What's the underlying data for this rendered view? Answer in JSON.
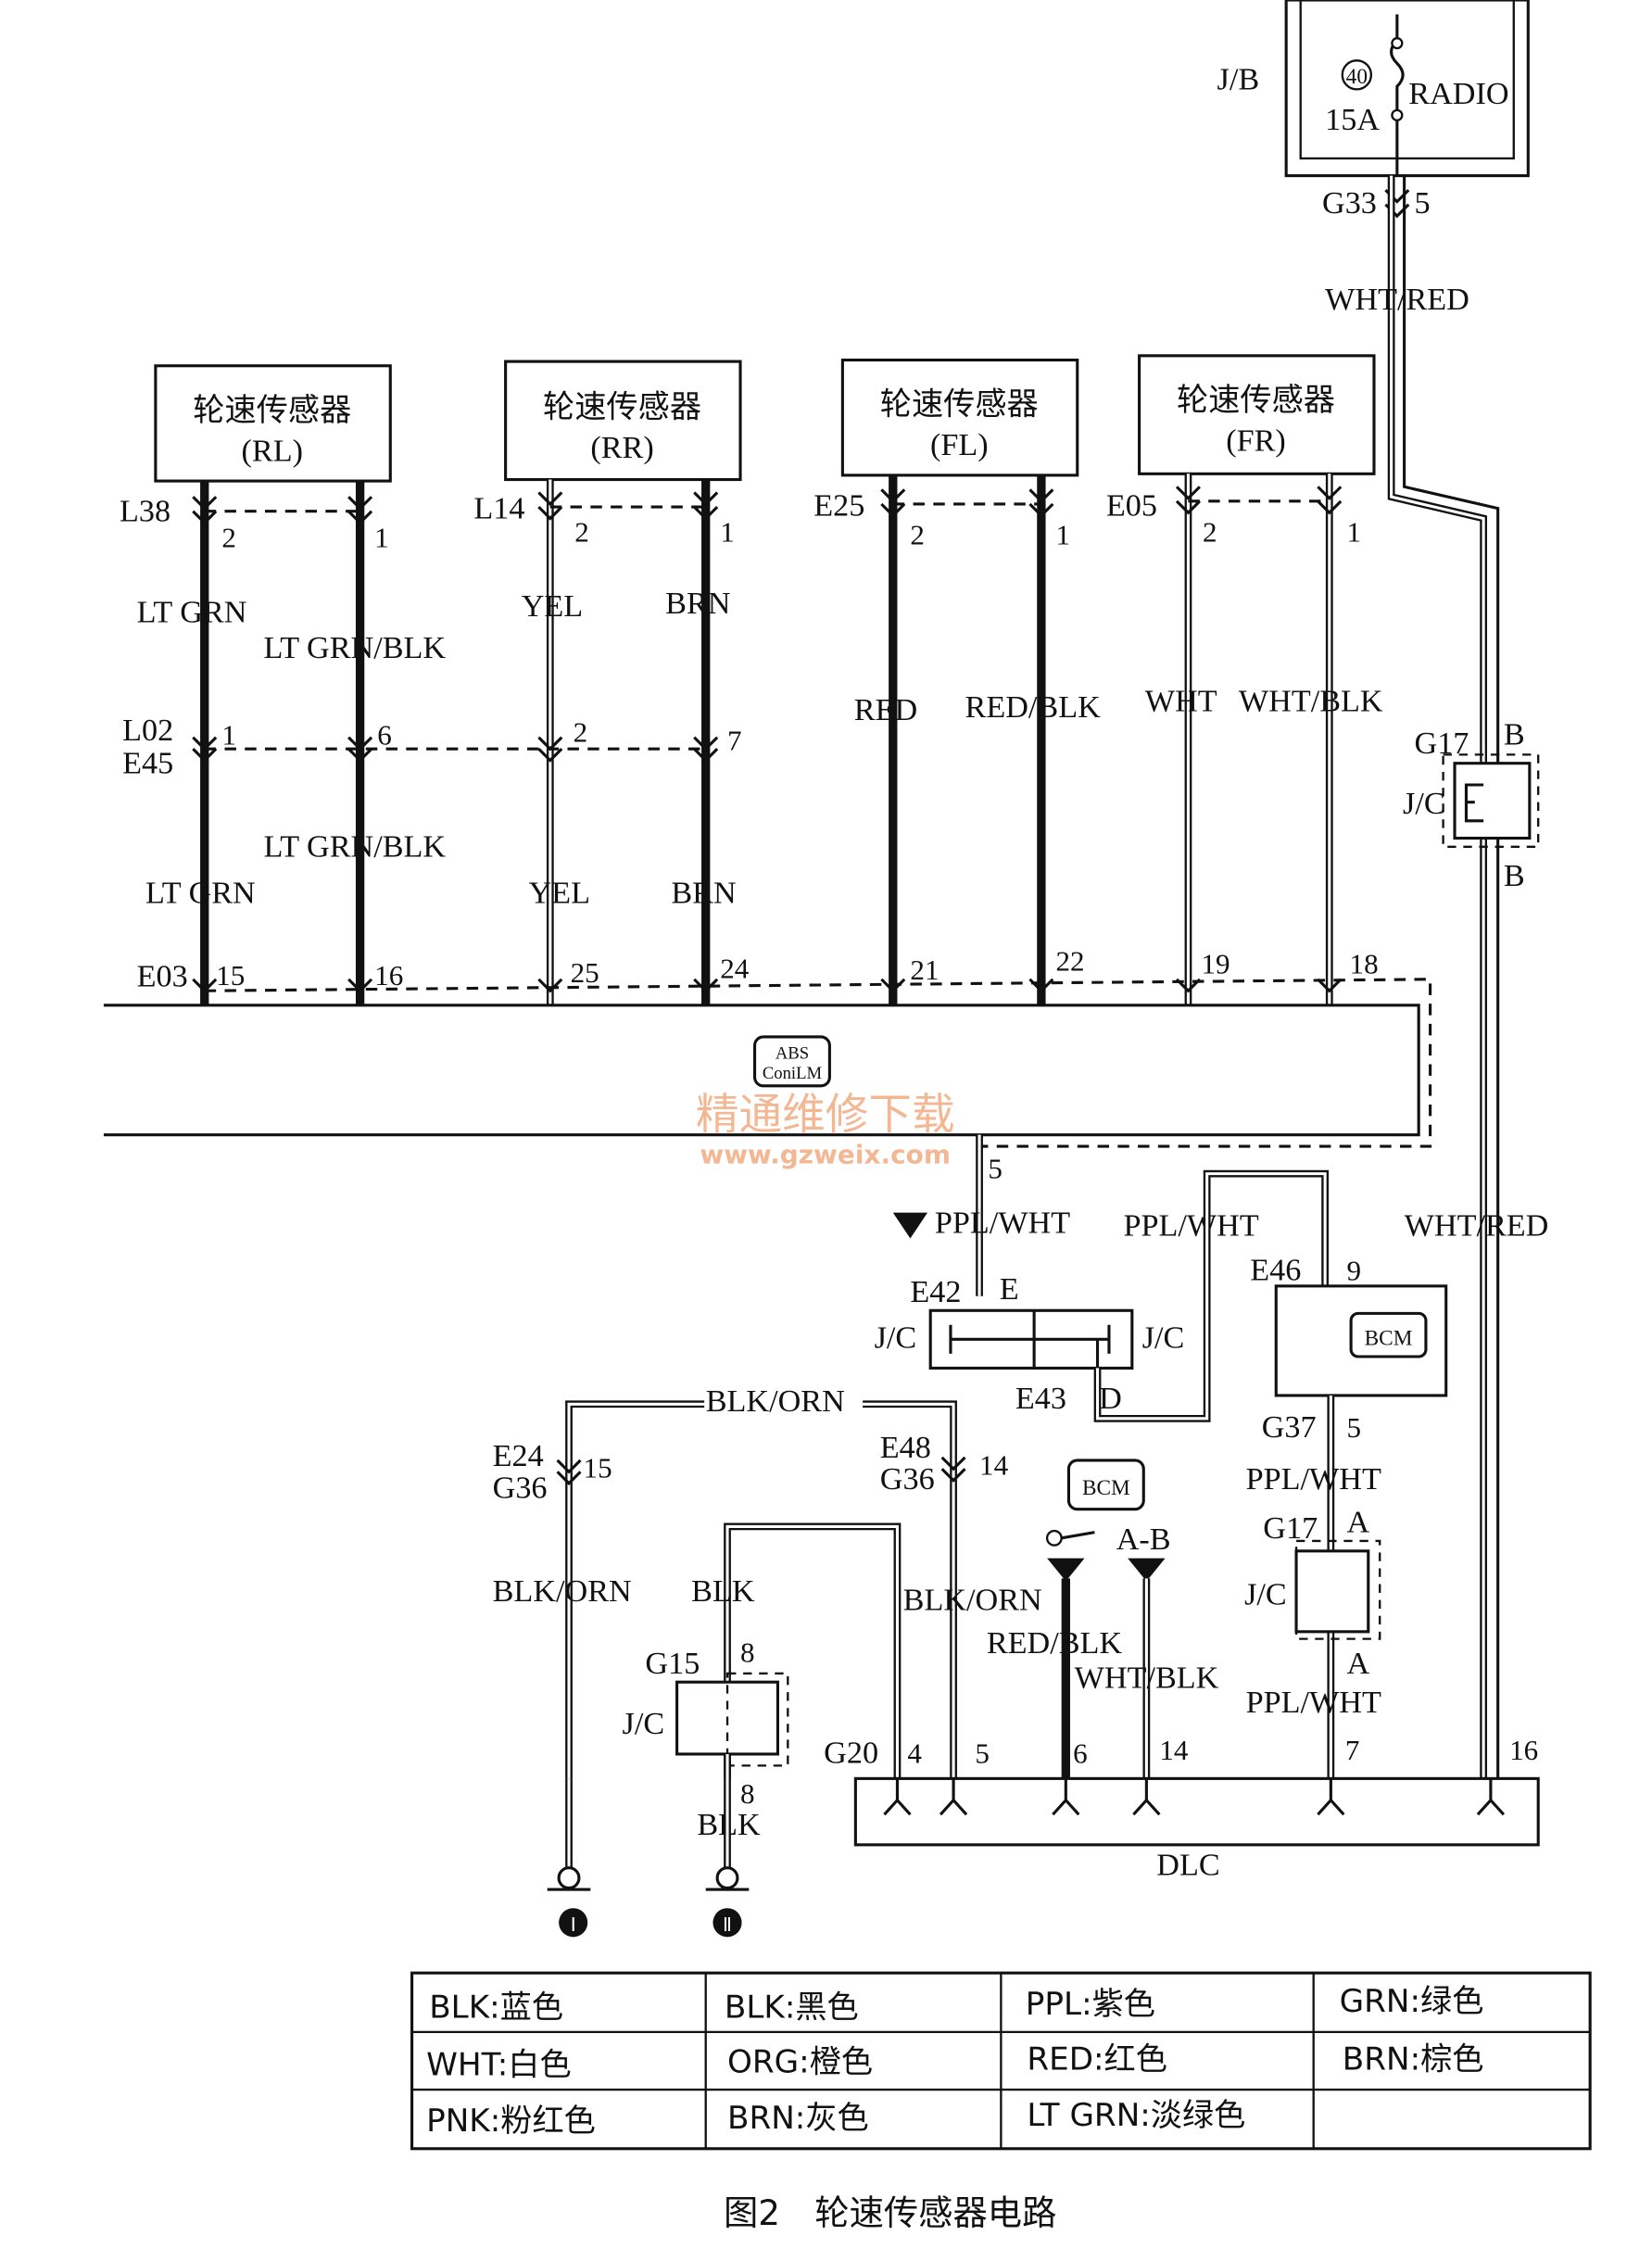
{
  "fuse": {
    "jb_label": "J/B",
    "number": "40",
    "rating": "15A",
    "load_label": "RADIO",
    "connector": "G33",
    "pin": "5"
  },
  "top_wire_color": "WHT/RED",
  "sensors": [
    {
      "title": "轮速传感器",
      "position": "(RL)",
      "connector": "L38",
      "pin_a": "2",
      "pin_b": "1",
      "wire_a": "LT GRN",
      "wire_b": "LT GRN/BLK",
      "mid_pin_a": "1",
      "mid_pin_b": "6",
      "lower_wire_a": "LT GRN",
      "lower_wire_b": "LT GRN/BLK",
      "ecu_pin_a": "15",
      "ecu_pin_b": "16"
    },
    {
      "title": "轮速传感器",
      "position": "(RR)",
      "connector": "L14",
      "pin_a": "2",
      "pin_b": "1",
      "wire_a": "YEL",
      "wire_b": "BRN",
      "mid_pin_a": "2",
      "mid_pin_b": "7",
      "lower_wire_a": "YEL",
      "lower_wire_b": "BRN",
      "ecu_pin_a": "25",
      "ecu_pin_b": "24"
    },
    {
      "title": "轮速传感器",
      "position": "(FL)",
      "connector": "E25",
      "pin_a": "2",
      "pin_b": "1",
      "wire_a": "RED",
      "wire_b": "RED/BLK",
      "ecu_pin_a": "21",
      "ecu_pin_b": "22"
    },
    {
      "title": "轮速传感器",
      "position": "(FR)",
      "connector": "E05",
      "pin_a": "2",
      "pin_b": "1",
      "wire_a": "WHT",
      "wire_b": "WHT/BLK",
      "ecu_pin_a": "19",
      "ecu_pin_b": "18"
    }
  ],
  "mid_connector": {
    "upper": "L02",
    "lower": "E45"
  },
  "ecu": {
    "connector": "E03",
    "icon_top": "ABS",
    "icon_bottom": "ConiLM",
    "output_pin": "5"
  },
  "jc_right": {
    "connector": "G17",
    "pin_top": "B",
    "label": "J/C",
    "pin_bottom": "B"
  },
  "ppl_wht_left": "PPL/WHT",
  "ppl_wht_right": "PPL/WHT",
  "wht_red_lower": "WHT/RED",
  "jc_mid": {
    "connector_top": "E42",
    "pin_top": "E",
    "label_left": "J/C",
    "label_right": "J/C",
    "connector_bottom": "E43",
    "pin_bottom": "D"
  },
  "bcm_upper": {
    "connector_in": "E46",
    "pin_in": "9",
    "icon": "BCM",
    "connector_out": "G37",
    "pin_out": "5"
  },
  "jc_lower_right": {
    "wire_top": "PPL/WHT",
    "connector": "G17",
    "pin_top": "A",
    "label": "J/C",
    "pin_bottom": "A",
    "wire_bottom": "PPL/WHT"
  },
  "blk_orn_top": "BLK/ORN",
  "left_conn": {
    "c1": "E24",
    "c2": "G36",
    "pin": "15",
    "wire": "BLK/ORN"
  },
  "mid_conn": {
    "c1": "E48",
    "c2": "G36",
    "pin": "14",
    "wire": "BLK/ORN"
  },
  "bcm_lower": {
    "icon": "BCM",
    "switch_label": "A-B",
    "wire_a": "RED/BLK",
    "wire_b": "WHT/BLK"
  },
  "jc_ground": {
    "wire_top": "BLK",
    "connector": "G15",
    "pin_top": "8",
    "label": "J/C",
    "pin_bottom": "8",
    "wire_bottom": "BLK"
  },
  "dlc": {
    "label": "DLC",
    "connector": "G20",
    "pins": [
      "4",
      "5",
      "6",
      "14",
      "7",
      "16"
    ]
  },
  "ground_symbols": [
    "Ⅰ",
    "Ⅱ"
  ],
  "watermark": {
    "line1": "精通维修下载",
    "line2": "www.gzweix.com"
  },
  "legend": [
    [
      "BLK:蓝色",
      "BLK:黑色",
      "PPL:紫色",
      "GRN:绿色"
    ],
    [
      "WHT:白色",
      "ORG:橙色",
      "RED:红色",
      "BRN:棕色"
    ],
    [
      "PNK:粉红色",
      "BRN:灰色",
      "LT GRN:淡绿色",
      ""
    ]
  ],
  "caption": "图2　轮速传感器电路"
}
